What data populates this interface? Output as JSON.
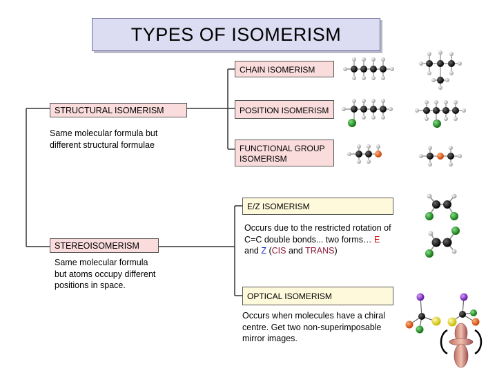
{
  "title": "TYPES OF ISOMERISM",
  "structural": {
    "heading": "STRUCTURAL ISOMERISM",
    "description": "Same molecular formula but different structural formulae"
  },
  "stereo": {
    "heading": "STEREOISOMERISM",
    "description": "Same molecular formula but atoms occupy different positions in space."
  },
  "chain": {
    "label": "CHAIN ISOMERISM"
  },
  "position": {
    "label": "POSITION ISOMERISM"
  },
  "functional": {
    "label": "FUNCTIONAL GROUP ISOMERISM"
  },
  "ez": {
    "label": "E/Z ISOMERISM",
    "desc_prefix": "Occurs due to the restricted rotation of C=C double bonds... two forms…",
    "E": "E",
    "and1": "and",
    "Z": "Z",
    "paren_open": "(",
    "CIS": "CIS",
    "and2": "and",
    "TRANS": "TRANS",
    "paren_close": ")"
  },
  "optical": {
    "label": "OPTICAL ISOMERISM",
    "description": "Occurs when molecules have a chiral centre.  Get two non-superimposable mirror images."
  },
  "colors": {
    "carbon": "#111111",
    "hydrogen": "#d8d8d8",
    "chlorine": "#2a9a2a",
    "oxygen": "#e86020",
    "optical_purple": "#8a2be2",
    "optical_yellow": "#f2e200",
    "optical_green": "#2a9a2a",
    "optical_orange": "#ff5500",
    "e_highlight": "#d40000",
    "z_highlight": "#1020c0",
    "cis_trans_highlight": "#8b1a3a"
  }
}
